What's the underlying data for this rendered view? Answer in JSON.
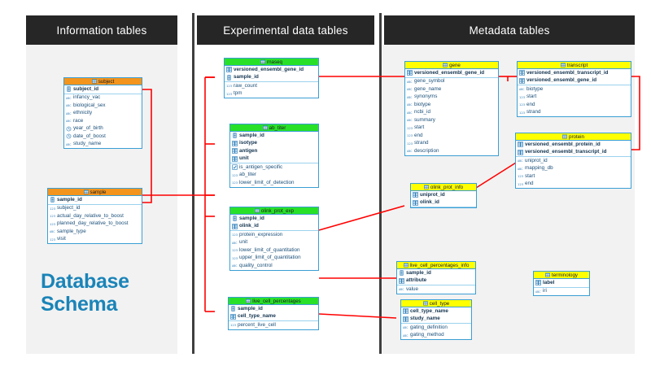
{
  "panels": {
    "information": {
      "title": "Information tables"
    },
    "experimental": {
      "title": "Experimental data tables"
    },
    "metadata": {
      "title": "Metadata tables"
    }
  },
  "schema_title": {
    "line1": "Database",
    "line2": "Schema"
  },
  "colors": {
    "information_header": "#f3941d",
    "experimental_header": "#29e029",
    "metadata_header": "#ffff00",
    "table_border": "#3a9fd4",
    "relation_line": "#ff0000",
    "panel_title_bg": "#262626",
    "panel_bg": "#f2f2f2",
    "schema_title": "#1a84b8"
  },
  "tables": [
    {
      "id": "subject",
      "name": "subject",
      "group": "information",
      "color": "orange",
      "keys": [
        {
          "name": "subject_id",
          "icon": "primary-key-icon"
        }
      ],
      "attributes": [
        {
          "name": "infancy_vac",
          "icon": "abc-icon"
        },
        {
          "name": "biological_sex",
          "icon": "abc-icon"
        },
        {
          "name": "ethnicity",
          "icon": "abc-icon"
        },
        {
          "name": "race",
          "icon": "abc-icon"
        },
        {
          "name": "year_of_birth",
          "icon": "date-icon"
        },
        {
          "name": "date_of_boost",
          "icon": "date-icon"
        },
        {
          "name": "study_name",
          "icon": "abc-icon"
        }
      ]
    },
    {
      "id": "sample",
      "name": "sample",
      "group": "information",
      "color": "orange",
      "keys": [
        {
          "name": "sample_id",
          "icon": "primary-key-icon"
        }
      ],
      "attributes": [
        {
          "name": "subject_id",
          "icon": "number-icon"
        },
        {
          "name": "actual_day_relative_to_boost",
          "icon": "number-icon"
        },
        {
          "name": "planned_day_relative_to_boost",
          "icon": "number-icon"
        },
        {
          "name": "sample_type",
          "icon": "abc-icon"
        },
        {
          "name": "visit",
          "icon": "number-icon"
        }
      ]
    },
    {
      "id": "rnaseq",
      "name": "rnaseq",
      "group": "experimental",
      "color": "green",
      "keys": [
        {
          "name": "versioned_ensembl_gene_id",
          "icon": "composite-key-icon"
        },
        {
          "name": "sample_id",
          "icon": "primary-key-icon"
        }
      ],
      "attributes": [
        {
          "name": "raw_count",
          "icon": "number-icon"
        },
        {
          "name": "tpm",
          "icon": "number-icon"
        }
      ]
    },
    {
      "id": "ab_titer",
      "name": "ab_titer",
      "group": "experimental",
      "color": "green",
      "keys": [
        {
          "name": "sample_id",
          "icon": "primary-key-icon"
        },
        {
          "name": "isotype",
          "icon": "composite-key-icon"
        },
        {
          "name": "antigen",
          "icon": "composite-key-icon"
        },
        {
          "name": "unit",
          "icon": "composite-key-icon"
        }
      ],
      "attributes": [
        {
          "name": "is_antigen_specific",
          "icon": "checkbox-icon"
        },
        {
          "name": "ab_titer",
          "icon": "number-icon"
        },
        {
          "name": "lower_limit_of_detection",
          "icon": "number-icon"
        }
      ]
    },
    {
      "id": "olink_prot_exp",
      "name": "olink_prot_exp",
      "group": "experimental",
      "color": "green",
      "keys": [
        {
          "name": "sample_id",
          "icon": "primary-key-icon"
        },
        {
          "name": "olink_id",
          "icon": "composite-key-icon"
        }
      ],
      "attributes": [
        {
          "name": "protein_expression",
          "icon": "number-icon"
        },
        {
          "name": "unit",
          "icon": "abc-icon"
        },
        {
          "name": "lower_limit_of_quantitation",
          "icon": "number-icon"
        },
        {
          "name": "upper_limit_of_quantitation",
          "icon": "number-icon"
        },
        {
          "name": "quality_control",
          "icon": "abc-icon"
        }
      ]
    },
    {
      "id": "live_cell_percentages",
      "name": "live_cell_percentages",
      "group": "experimental",
      "color": "green",
      "keys": [
        {
          "name": "sample_id",
          "icon": "primary-key-icon"
        },
        {
          "name": "cell_type_name",
          "icon": "composite-key-icon"
        }
      ],
      "attributes": [
        {
          "name": "percent_live_cell",
          "icon": "number-icon"
        }
      ]
    },
    {
      "id": "gene",
      "name": "gene",
      "group": "metadata",
      "color": "yellow",
      "keys": [
        {
          "name": "versioned_ensembl_gene_id",
          "icon": "composite-key-icon"
        }
      ],
      "attributes": [
        {
          "name": "gene_symbol",
          "icon": "abc-icon"
        },
        {
          "name": "gene_name",
          "icon": "abc-icon"
        },
        {
          "name": "synonyms",
          "icon": "abc-icon"
        },
        {
          "name": "biotype",
          "icon": "abc-icon"
        },
        {
          "name": "ncbi_id",
          "icon": "abc-icon"
        },
        {
          "name": "summary",
          "icon": "abc-icon"
        },
        {
          "name": "start",
          "icon": "number-icon"
        },
        {
          "name": "end",
          "icon": "number-icon"
        },
        {
          "name": "strand",
          "icon": "number-icon"
        },
        {
          "name": "description",
          "icon": "abc-icon"
        }
      ]
    },
    {
      "id": "transcript",
      "name": "transcript",
      "group": "metadata",
      "color": "yellow",
      "keys": [
        {
          "name": "versioned_ensembl_transcript_id",
          "icon": "composite-key-icon"
        },
        {
          "name": "versioned_ensembl_gene_id",
          "icon": "composite-key-icon"
        }
      ],
      "attributes": [
        {
          "name": "biotype",
          "icon": "abc-icon"
        },
        {
          "name": "start",
          "icon": "number-icon"
        },
        {
          "name": "end",
          "icon": "number-icon"
        },
        {
          "name": "strand",
          "icon": "number-icon"
        }
      ]
    },
    {
      "id": "protein",
      "name": "protein",
      "group": "metadata",
      "color": "yellow",
      "keys": [
        {
          "name": "versioned_ensembl_protein_id",
          "icon": "composite-key-icon"
        },
        {
          "name": "versioned_ensembl_transcript_id",
          "icon": "composite-key-icon"
        }
      ],
      "attributes": [
        {
          "name": "uniprot_id",
          "icon": "abc-icon"
        },
        {
          "name": "mapping_db",
          "icon": "abc-icon"
        },
        {
          "name": "start",
          "icon": "number-icon"
        },
        {
          "name": "end",
          "icon": "number-icon"
        }
      ]
    },
    {
      "id": "olink_prot_info",
      "name": "olink_prot_info",
      "group": "metadata",
      "color": "yellow",
      "keys": [
        {
          "name": "uniprot_id",
          "icon": "composite-key-icon"
        },
        {
          "name": "olink_id",
          "icon": "composite-key-icon"
        }
      ],
      "attributes": []
    },
    {
      "id": "live_cell_percentages_info",
      "name": "live_cell_percentages_info",
      "group": "metadata",
      "color": "yellow",
      "keys": [
        {
          "name": "sample_id",
          "icon": "primary-key-icon"
        },
        {
          "name": "attribute",
          "icon": "composite-key-icon"
        }
      ],
      "attributes": [
        {
          "name": "value",
          "icon": "abc-icon"
        }
      ]
    },
    {
      "id": "cell_type",
      "name": "cell_type",
      "group": "metadata",
      "color": "yellow",
      "keys": [
        {
          "name": "cell_type_name",
          "icon": "composite-key-icon"
        },
        {
          "name": "study_name",
          "icon": "composite-key-icon"
        }
      ],
      "attributes": [
        {
          "name": "gating_definition",
          "icon": "abc-icon"
        },
        {
          "name": "gating_method",
          "icon": "abc-icon"
        }
      ]
    },
    {
      "id": "terminology",
      "name": "terminology",
      "group": "metadata",
      "color": "yellow",
      "keys": [
        {
          "name": "label",
          "icon": "composite-key-icon"
        }
      ],
      "attributes": [
        {
          "name": "iri",
          "icon": "abc-icon"
        }
      ]
    }
  ],
  "relations": [
    {
      "from": "subject.subject_id",
      "to": "sample.subject_id"
    },
    {
      "from": "sample.sample_id",
      "to": "rnaseq.sample_id"
    },
    {
      "from": "sample.sample_id",
      "to": "ab_titer.sample_id"
    },
    {
      "from": "sample.sample_id",
      "to": "olink_prot_exp.sample_id"
    },
    {
      "from": "sample.sample_id",
      "to": "live_cell_percentages.sample_id"
    },
    {
      "from": "rnaseq.versioned_ensembl_gene_id",
      "to": "gene.versioned_ensembl_gene_id"
    },
    {
      "from": "gene.versioned_ensembl_gene_id",
      "to": "transcript.versioned_ensembl_gene_id"
    },
    {
      "from": "transcript.versioned_ensembl_transcript_id",
      "to": "protein.versioned_ensembl_transcript_id"
    },
    {
      "from": "protein.uniprot_id",
      "to": "olink_prot_info.uniprot_id"
    },
    {
      "from": "olink_prot_exp.olink_id",
      "to": "olink_prot_info.olink_id"
    },
    {
      "from": "olink_prot_exp.sample_id",
      "to": "live_cell_percentages_info.sample_id"
    },
    {
      "from": "live_cell_percentages.cell_type_name",
      "to": "cell_type.cell_type_name"
    }
  ]
}
